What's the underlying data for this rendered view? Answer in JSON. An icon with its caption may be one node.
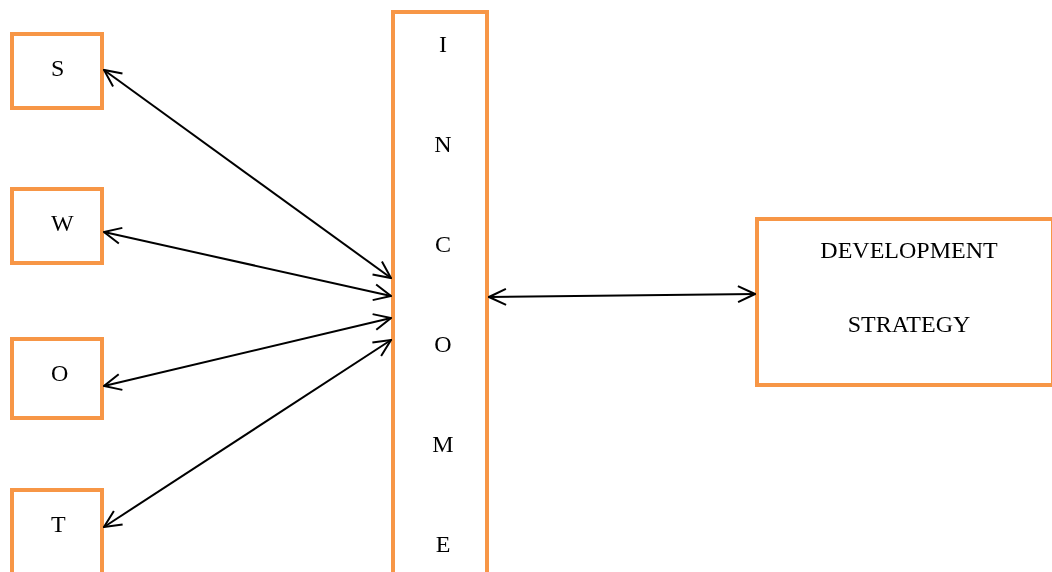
{
  "diagram": {
    "nodes": [
      {
        "text": [
          "S"
        ]
      },
      {
        "text": [
          "W"
        ]
      },
      {
        "text": [
          "O"
        ]
      },
      {
        "text": [
          "T"
        ]
      },
      {
        "text": [
          "I N C O M E"
        ]
      },
      {
        "text": [
          "DEVELOPMENT STRATEGY"
        ]
      }
    ],
    "edges": [
      {
        "from": 0,
        "to": 4,
        "arrow": "both"
      },
      {
        "from": 1,
        "to": 4,
        "arrow": "both"
      },
      {
        "from": 2,
        "to": 4,
        "arrow": "both"
      },
      {
        "from": 3,
        "to": 4,
        "arrow": "both"
      },
      {
        "from": 4,
        "to": 5,
        "arrow": "both"
      }
    ]
  }
}
